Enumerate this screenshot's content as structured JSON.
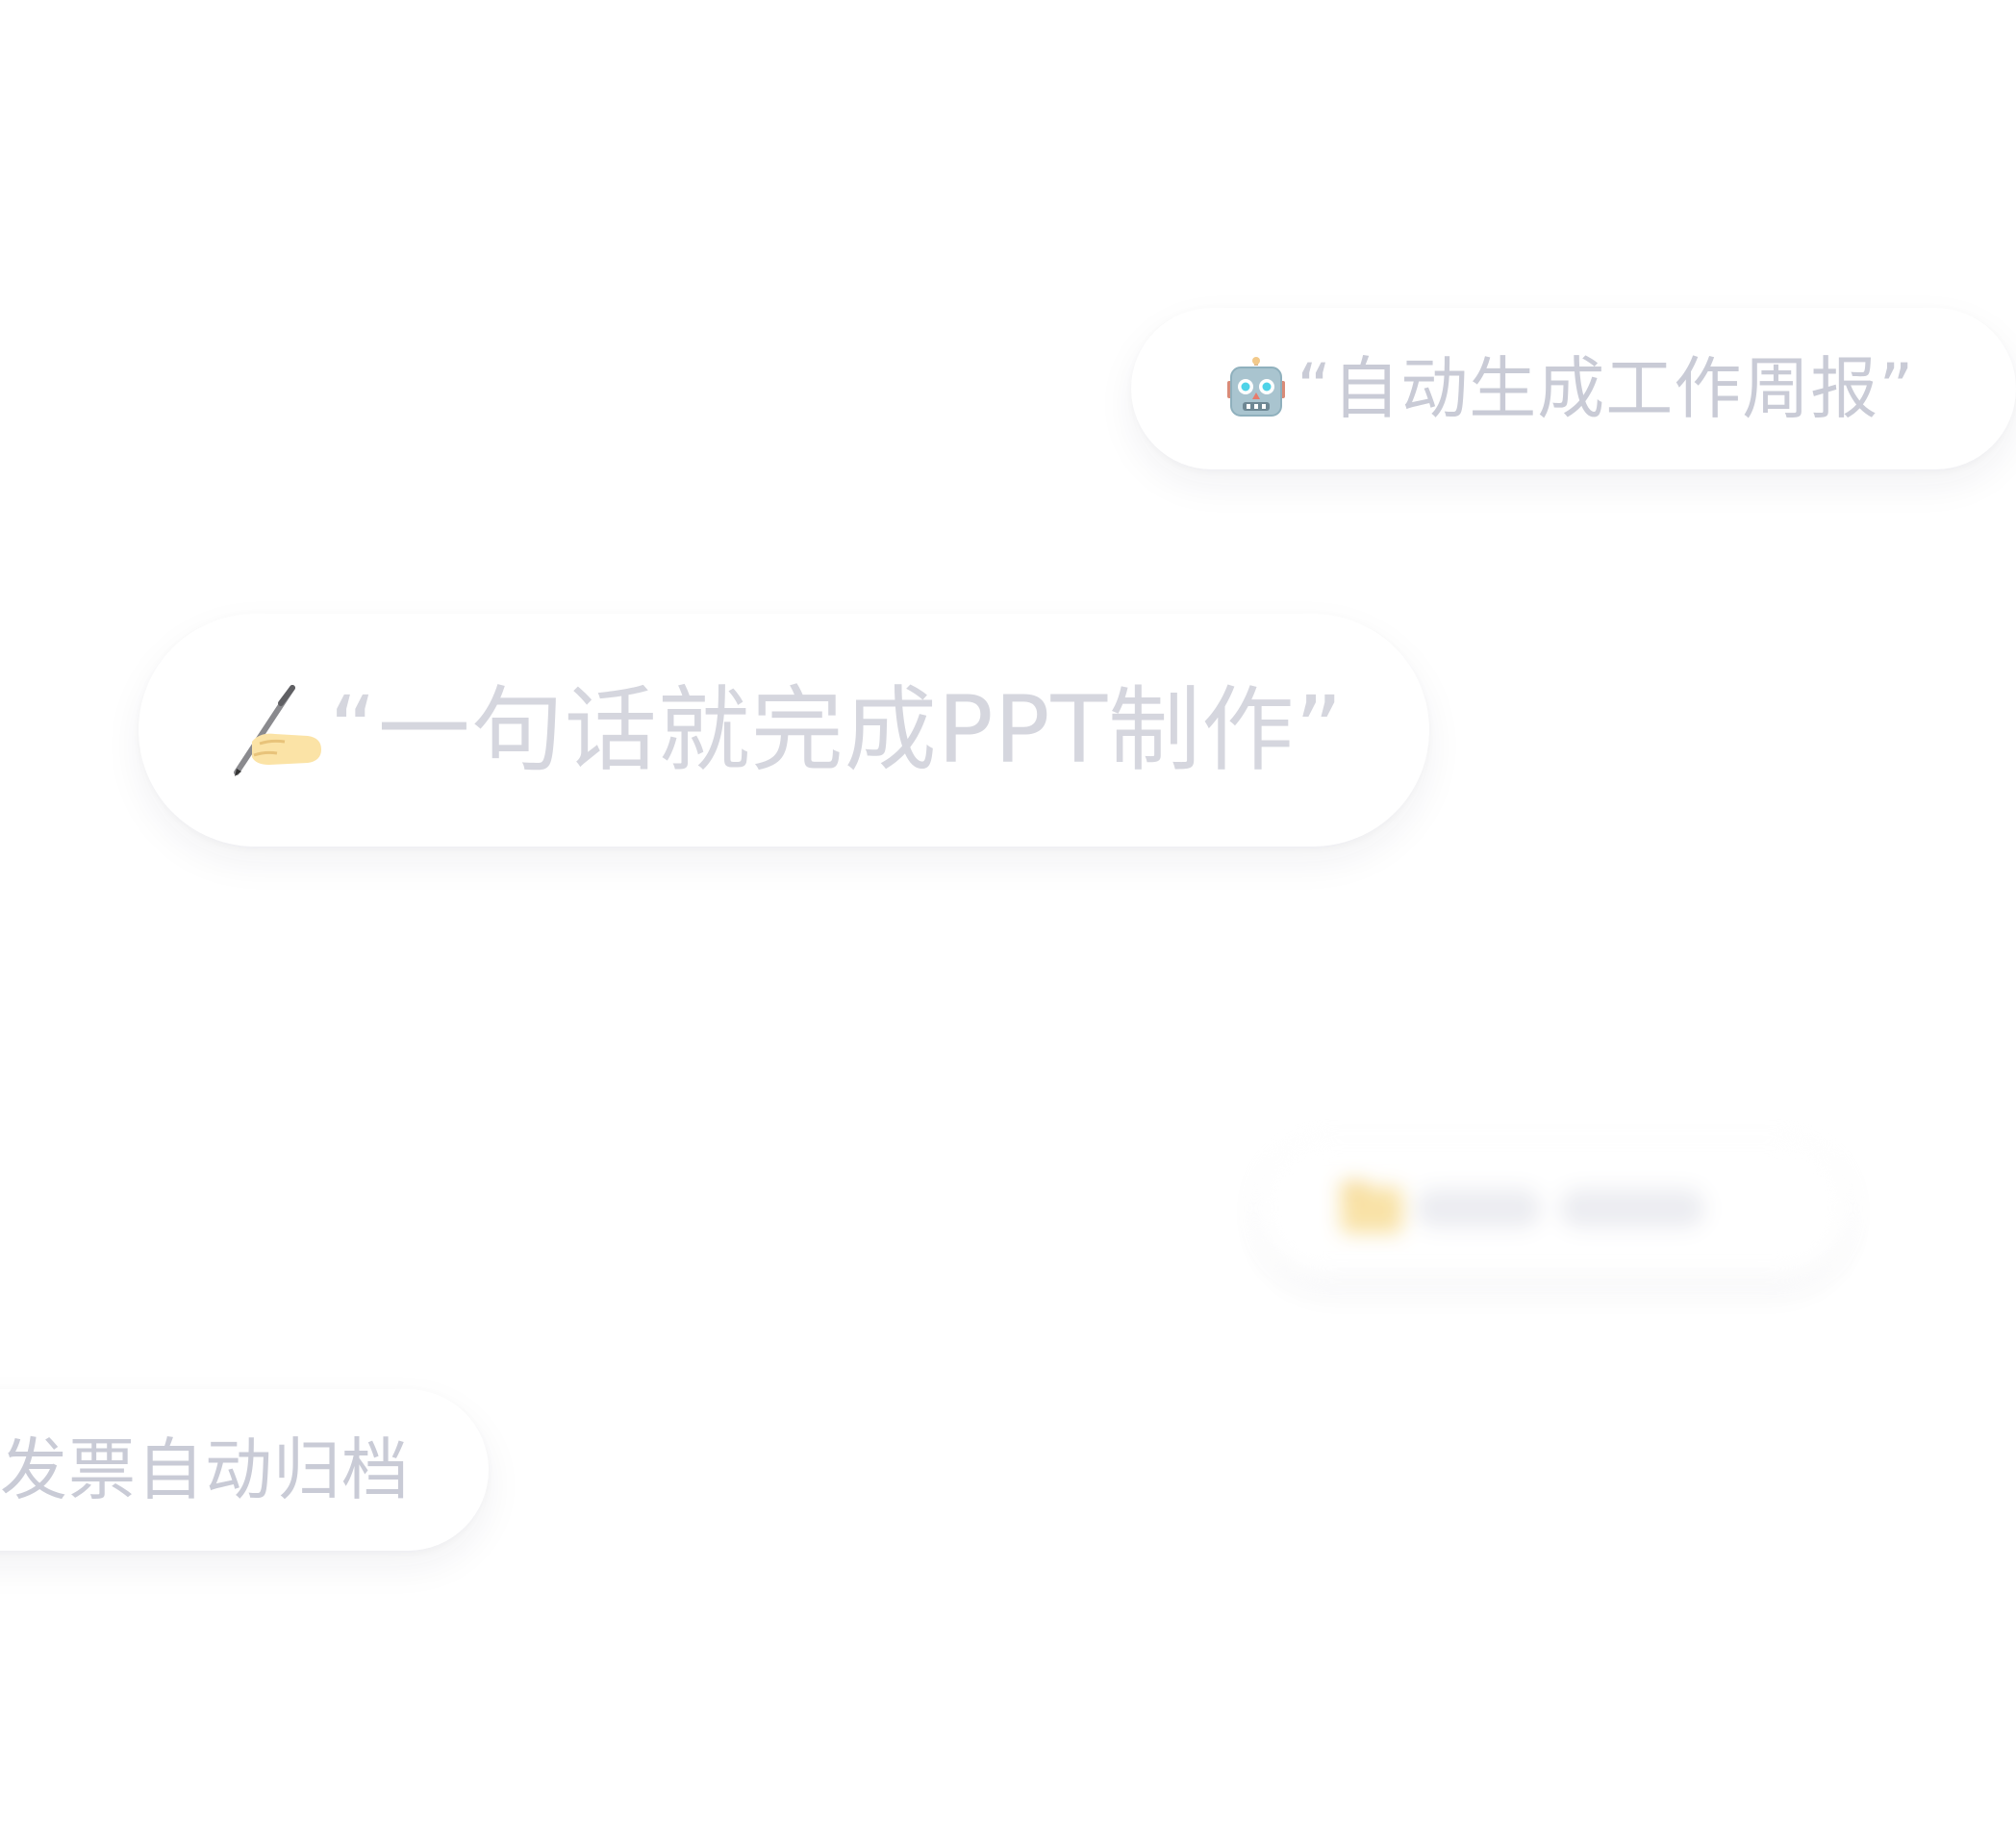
{
  "pills": [
    {
      "icon": "robot-face-icon",
      "text": "“自动生成工作周报”"
    },
    {
      "icon": "writing-hand-icon",
      "text": "“一句话就完成PPT制作”"
    },
    {
      "icon": "folder-icon",
      "text": ""
    },
    {
      "icon": "",
      "text": "发票自动归档"
    }
  ]
}
